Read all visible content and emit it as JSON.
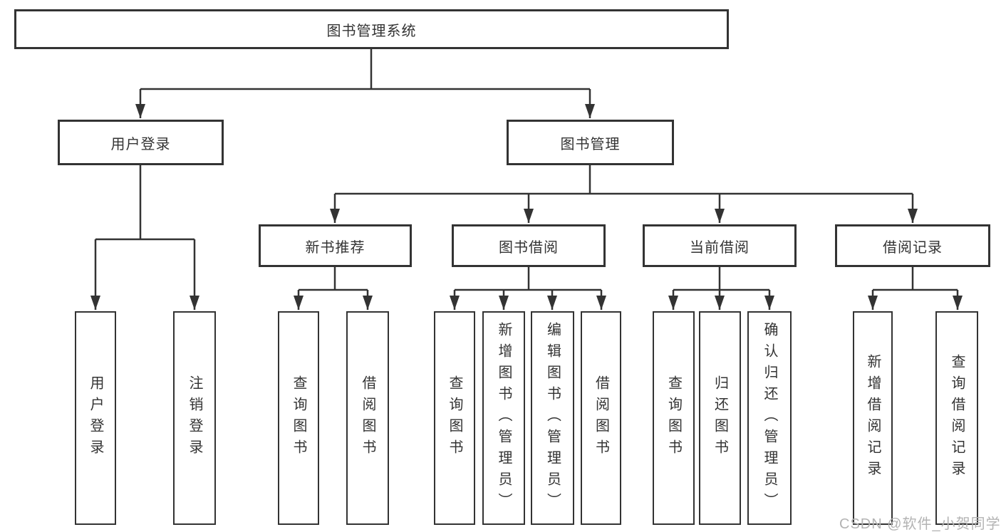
{
  "diagram_title": "图书管理系统",
  "watermark": "CSDN @软件_小贺同学",
  "colors": {
    "line": "#333333",
    "box_border": "#333333",
    "text": "#333333",
    "watermark": "#b3b3b3",
    "background": "#ffffff"
  },
  "nodes": {
    "root": {
      "label": "图书管理系统"
    },
    "user_login": {
      "label": "用户登录"
    },
    "book_mgmt": {
      "label": "图书管理"
    },
    "new_book_rec": {
      "label": "新书推荐"
    },
    "book_borrow": {
      "label": "图书借阅"
    },
    "current_borrow": {
      "label": "当前借阅"
    },
    "borrow_records": {
      "label": "借阅记录"
    },
    "leaf_user_login": {
      "label": "用户登录"
    },
    "leaf_logout": {
      "label": "注销登录"
    },
    "leaf_rec_query": {
      "label": "查询图书"
    },
    "leaf_rec_borrow": {
      "label": "借阅图书"
    },
    "leaf_bb_query": {
      "label": "查询图书"
    },
    "leaf_bb_add": {
      "label": "新增图书（管理员）"
    },
    "leaf_bb_edit": {
      "label": "编辑图书（管理员）"
    },
    "leaf_bb_borrow": {
      "label": "借阅图书"
    },
    "leaf_cb_query": {
      "label": "查询图书"
    },
    "leaf_cb_return": {
      "label": "归还图书"
    },
    "leaf_cb_confirm": {
      "label": "确认归还（管理员）"
    },
    "leaf_br_add": {
      "label": "新增借阅记录"
    },
    "leaf_br_query": {
      "label": "查询借阅记录"
    }
  }
}
